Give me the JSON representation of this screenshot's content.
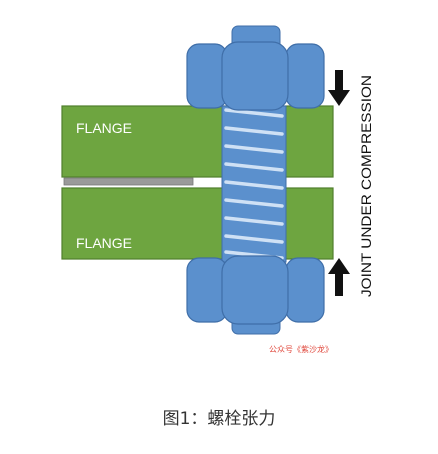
{
  "flanges": {
    "top_label": "FLANGE",
    "bottom_label": "FLANGE"
  },
  "side_label": "JOINT UNDER COMPRESSION",
  "watermark": "公众号《紫沙龙》",
  "caption": "图1：螺栓张力",
  "icons": {
    "arrow_down": "arrow-down-icon",
    "arrow_up": "arrow-up-icon"
  },
  "colors": {
    "flange_fill": "#6ea540",
    "flange_stroke": "#4f7e2c",
    "bolt_fill": "#5b90cd",
    "bolt_stroke": "#3f6ea8",
    "thread": "#cfe1f5",
    "gasket": "#9a9a9a",
    "arrow": "#111111",
    "watermark": "#e0473b"
  }
}
